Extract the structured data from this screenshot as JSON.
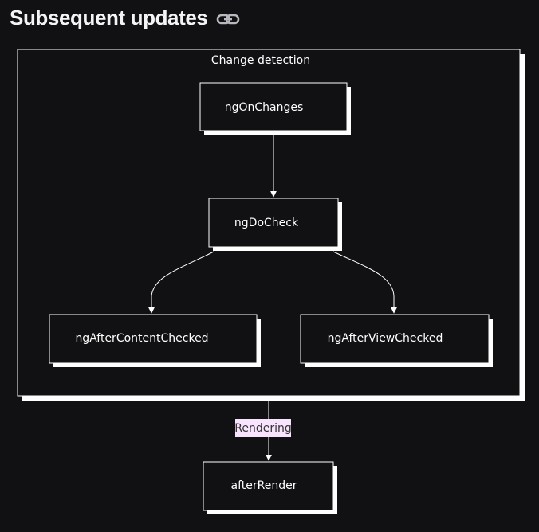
{
  "page": {
    "title": "Subsequent updates",
    "anchor_icon": "link-icon"
  },
  "diagram": {
    "cluster": {
      "label": "Change detection"
    },
    "nodes": {
      "ng_on_changes": "ngOnChanges",
      "ng_do_check": "ngDoCheck",
      "ng_after_content_checked": "ngAfterContentChecked",
      "ng_after_view_checked": "ngAfterViewChecked",
      "after_render": "afterRender"
    },
    "edges": {
      "rendering_label": "Rendering"
    },
    "colors": {
      "background": "#111113",
      "stroke": "#ffffff",
      "edge_label_bg": "#f8e4fd"
    }
  }
}
